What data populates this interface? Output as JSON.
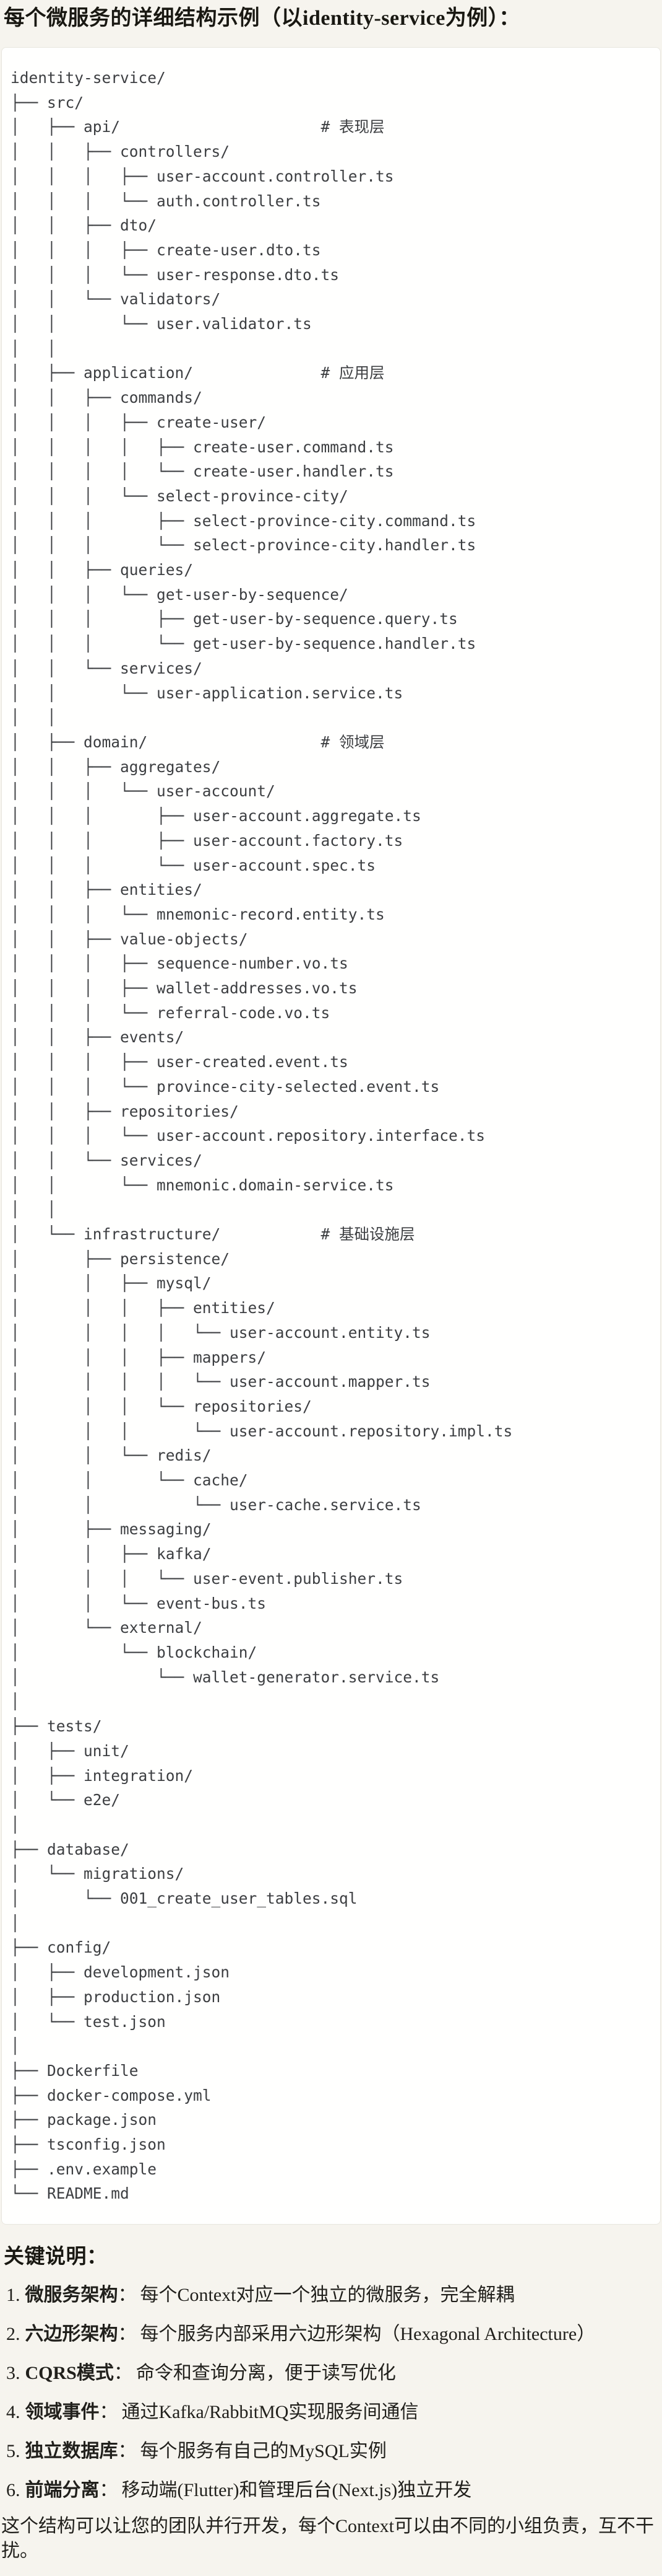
{
  "page": {
    "title": "每个微服务的详细结构示例（以identity-service为例）："
  },
  "colors": {
    "page_background": "#f6f4ee",
    "block_background": "#fffffe",
    "block_border": "#e8e6df",
    "tree_text": "#3c3e41",
    "body_text": "#21201c"
  },
  "code_block": {
    "language": "plaintext",
    "tree_lines": [
      "identity-service/",
      "├── src/",
      "│   ├── api/                      # 表现层",
      "│   │   ├── controllers/",
      "│   │   │   ├── user-account.controller.ts",
      "│   │   │   └── auth.controller.ts",
      "│   │   ├── dto/",
      "│   │   │   ├── create-user.dto.ts",
      "│   │   │   └── user-response.dto.ts",
      "│   │   └── validators/",
      "│   │       └── user.validator.ts",
      "│   │",
      "│   ├── application/              # 应用层",
      "│   │   ├── commands/",
      "│   │   │   ├── create-user/",
      "│   │   │   │   ├── create-user.command.ts",
      "│   │   │   │   └── create-user.handler.ts",
      "│   │   │   └── select-province-city/",
      "│   │   │       ├── select-province-city.command.ts",
      "│   │   │       └── select-province-city.handler.ts",
      "│   │   ├── queries/",
      "│   │   │   └── get-user-by-sequence/",
      "│   │   │       ├── get-user-by-sequence.query.ts",
      "│   │   │       └── get-user-by-sequence.handler.ts",
      "│   │   └── services/",
      "│   │       └── user-application.service.ts",
      "│   │",
      "│   ├── domain/                   # 领域层",
      "│   │   ├── aggregates/",
      "│   │   │   └── user-account/",
      "│   │   │       ├── user-account.aggregate.ts",
      "│   │   │       ├── user-account.factory.ts",
      "│   │   │       └── user-account.spec.ts",
      "│   │   ├── entities/",
      "│   │   │   └── mnemonic-record.entity.ts",
      "│   │   ├── value-objects/",
      "│   │   │   ├── sequence-number.vo.ts",
      "│   │   │   ├── wallet-addresses.vo.ts",
      "│   │   │   └── referral-code.vo.ts",
      "│   │   ├── events/",
      "│   │   │   ├── user-created.event.ts",
      "│   │   │   └── province-city-selected.event.ts",
      "│   │   ├── repositories/",
      "│   │   │   └── user-account.repository.interface.ts",
      "│   │   └── services/",
      "│   │       └── mnemonic.domain-service.ts",
      "│   │",
      "│   └── infrastructure/           # 基础设施层",
      "│       ├── persistence/",
      "│       │   ├── mysql/",
      "│       │   │   ├── entities/",
      "│       │   │   │   └── user-account.entity.ts",
      "│       │   │   ├── mappers/",
      "│       │   │   │   └── user-account.mapper.ts",
      "│       │   │   └── repositories/",
      "│       │   │       └── user-account.repository.impl.ts",
      "│       │   └── redis/",
      "│       │       └── cache/",
      "│       │           └── user-cache.service.ts",
      "│       ├── messaging/",
      "│       │   ├── kafka/",
      "│       │   │   └── user-event.publisher.ts",
      "│       │   └── event-bus.ts",
      "│       └── external/",
      "│           └── blockchain/",
      "│               └── wallet-generator.service.ts",
      "│",
      "├── tests/",
      "│   ├── unit/",
      "│   ├── integration/",
      "│   └── e2e/",
      "│",
      "├── database/",
      "│   └── migrations/",
      "│       └── 001_create_user_tables.sql",
      "│",
      "├── config/",
      "│   ├── development.json",
      "│   ├── production.json",
      "│   └── test.json",
      "│",
      "├── Dockerfile",
      "├── docker-compose.yml",
      "├── package.json",
      "├── tsconfig.json",
      "├── .env.example",
      "└── README.md"
    ]
  },
  "key_notes": {
    "heading": "关键说明：",
    "items": [
      {
        "number": "1.",
        "term": "微服务架构",
        "separator": "：",
        "description": "每个Context对应一个独立的微服务，完全解耦"
      },
      {
        "number": "2.",
        "term": "六边形架构",
        "separator": "：",
        "description": "每个服务内部采用六边形架构（Hexagonal Architecture）"
      },
      {
        "number": "3.",
        "term": "CQRS模式",
        "separator": "：",
        "description": "命令和查询分离，便于读写优化"
      },
      {
        "number": "4.",
        "term": "领域事件",
        "separator": "：",
        "description": "通过Kafka/RabbitMQ实现服务间通信"
      },
      {
        "number": "5.",
        "term": "独立数据库",
        "separator": "：",
        "description": "每个服务有自己的MySQL实例"
      },
      {
        "number": "6.",
        "term": "前端分离",
        "separator": "：",
        "description": "移动端(Flutter)和管理后台(Next.js)独立开发"
      }
    ]
  },
  "closing_paragraph": "这个结构可以让您的团队并行开发，每个Context可以由不同的小组负责，互不干扰。"
}
